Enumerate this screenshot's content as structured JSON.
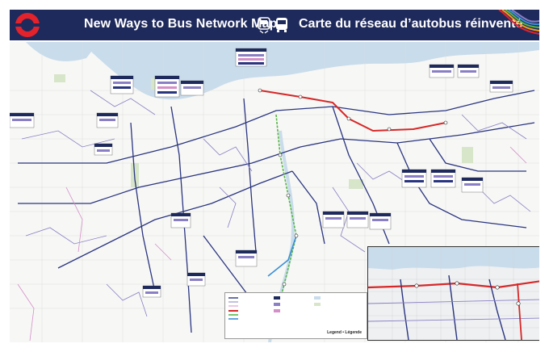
{
  "header": {
    "title_en": "New Ways to Bus Network Map",
    "title_fr": "Carte du réseau d’autobus réinventé"
  },
  "legend": {
    "title": "Legend • Légende"
  },
  "colors": {
    "header_bg": "#1f2a5c",
    "logo_red": "#e3222b",
    "route_navy": "#2a3580",
    "route_purple": "#8a7fc4",
    "route_pink": "#d48ec8",
    "lrt_red": "#d62828",
    "lrt_green": "#58b548",
    "lrt_blue": "#3a8fd6",
    "water": "#c9dceb",
    "park": "#d7e6c9"
  },
  "icons": [
    "train-icon",
    "bus-icon"
  ]
}
